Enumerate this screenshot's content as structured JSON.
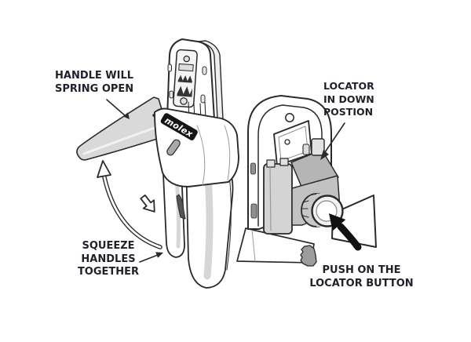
{
  "figure": {
    "type": "instruction-diagram",
    "subject": "molex hand crimp tool usage steps",
    "background": "#ffffff"
  },
  "labels": {
    "handle_spring": "HANDLE WILL\nSPRING OPEN",
    "locator_down": "LOCATOR\nIN DOWN\nPOSTION",
    "squeeze": "SQUEEZE\nHANDLES\nTOGETHER",
    "push_button": "PUSH ON THE\nLOCATOR BUTTON"
  },
  "illustrations": {
    "left": "crimp tool with handle sprung open",
    "right": "close-up of locator in down position with button",
    "molex_logo": "molex"
  },
  "colors": {
    "text": "#211f2a",
    "line": "#2a2a2a",
    "tool_fill": "#ffffff",
    "shade_light": "#d9d9d9",
    "shade_mid": "#b5b5b5",
    "shade_dark": "#999999",
    "logo_bg": "#151515",
    "arrow_black": "#111111"
  }
}
